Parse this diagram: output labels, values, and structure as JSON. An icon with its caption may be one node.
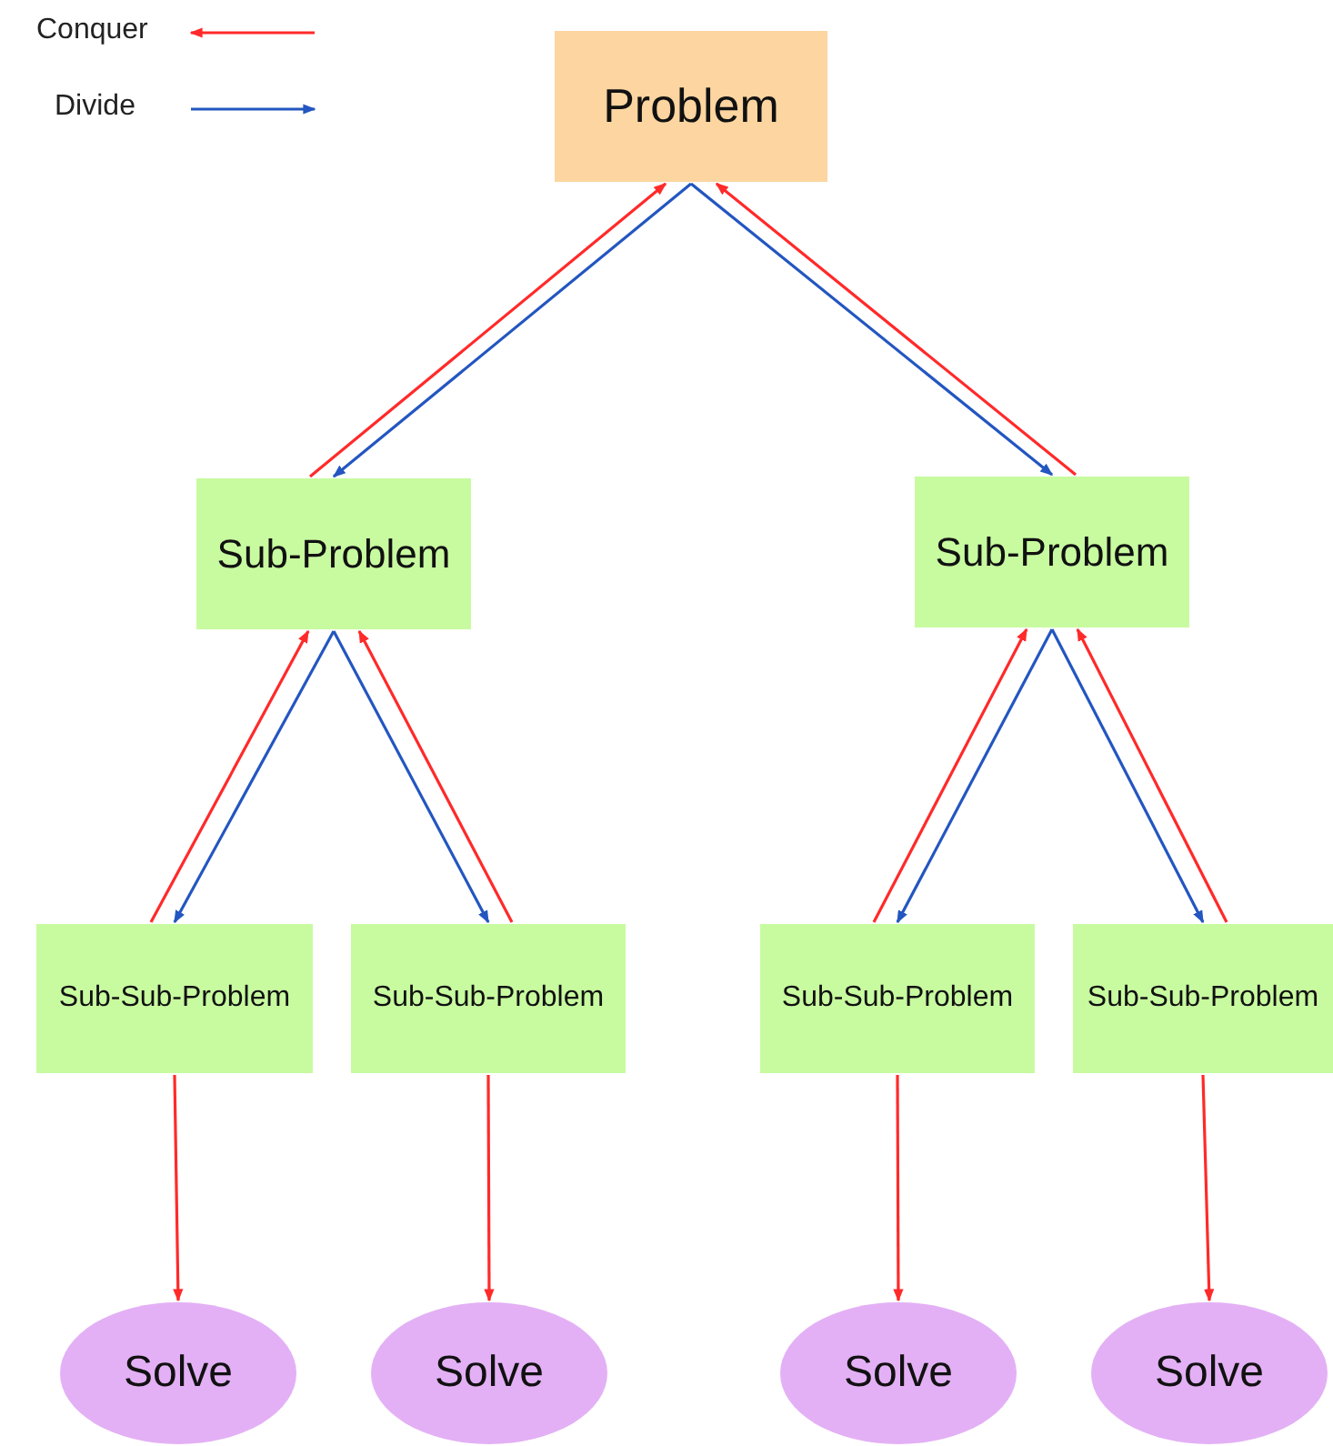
{
  "diagram": {
    "nodes": [
      {
        "text": [
          "Problem"
        ]
      },
      {
        "text": [
          "Sub-Problem"
        ]
      },
      {
        "text": [
          "Sub-Problem"
        ]
      },
      {
        "text": [
          "Sub-Sub-Problem"
        ]
      },
      {
        "text": [
          "Sub-Sub-Problem"
        ]
      },
      {
        "text": [
          "Sub-Sub-Problem"
        ]
      },
      {
        "text": [
          "Sub-Sub-Problem"
        ]
      },
      {
        "text": [
          "Solve"
        ]
      },
      {
        "text": [
          "Solve"
        ]
      },
      {
        "text": [
          "Solve"
        ]
      },
      {
        "text": [
          "Solve"
        ]
      }
    ],
    "edges": [
      {
        "from": 0,
        "to": 1,
        "arrow": "to",
        "color": "#2356c0"
      },
      {
        "from": 1,
        "to": 0,
        "arrow": "to",
        "color": "#ff2a2a"
      },
      {
        "from": 0,
        "to": 2,
        "arrow": "to",
        "color": "#2356c0"
      },
      {
        "from": 2,
        "to": 0,
        "arrow": "to",
        "color": "#ff2a2a"
      },
      {
        "from": 1,
        "to": 3,
        "arrow": "to",
        "color": "#2356c0"
      },
      {
        "from": 3,
        "to": 1,
        "arrow": "to",
        "color": "#ff2a2a"
      },
      {
        "from": 1,
        "to": 4,
        "arrow": "to",
        "color": "#2356c0"
      },
      {
        "from": 4,
        "to": 1,
        "arrow": "to",
        "color": "#ff2a2a"
      },
      {
        "from": 2,
        "to": 5,
        "arrow": "to",
        "color": "#2356c0"
      },
      {
        "from": 5,
        "to": 2,
        "arrow": "to",
        "color": "#ff2a2a"
      },
      {
        "from": 2,
        "to": 6,
        "arrow": "to",
        "color": "#2356c0"
      },
      {
        "from": 6,
        "to": 2,
        "arrow": "to",
        "color": "#ff2a2a"
      },
      {
        "from": 3,
        "to": 7,
        "arrow": "to",
        "color": "#ff2a2a"
      },
      {
        "from": 4,
        "to": 8,
        "arrow": "to",
        "color": "#ff2a2a"
      },
      {
        "from": 5,
        "to": 9,
        "arrow": "to",
        "color": "#ff2a2a"
      },
      {
        "from": 6,
        "to": 10,
        "arrow": "to",
        "color": "#ff2a2a"
      }
    ],
    "legend": [
      {
        "text": "Conquer"
      },
      {
        "text": "Divide"
      }
    ]
  }
}
